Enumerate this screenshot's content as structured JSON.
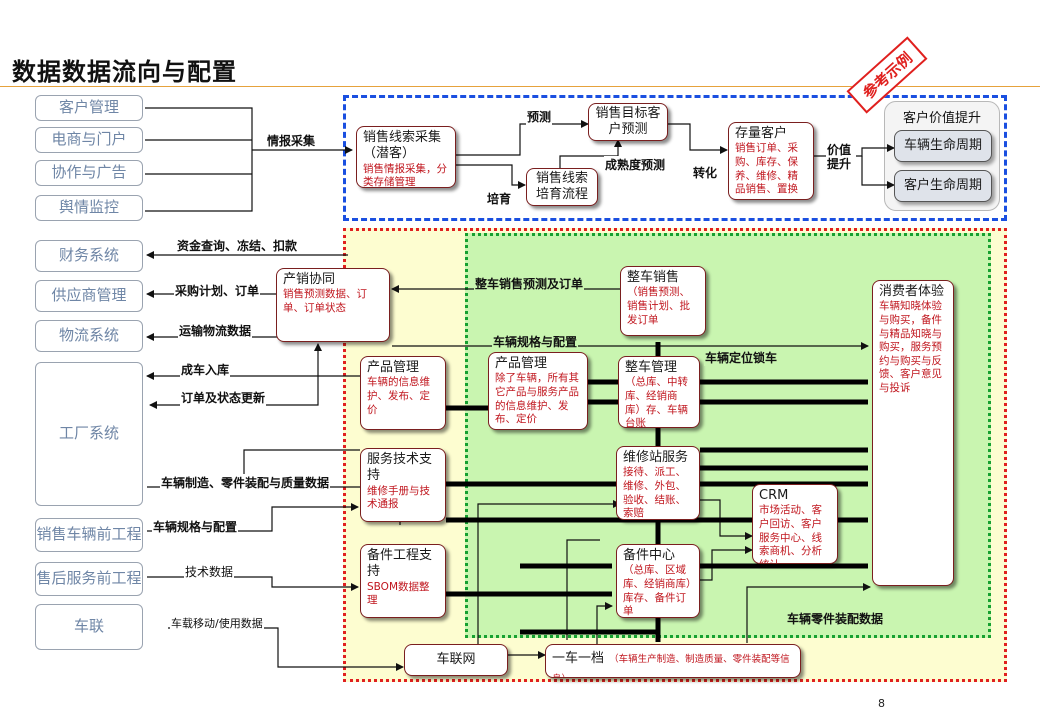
{
  "title": "数据数据流向与配置",
  "stamp": "参考示例",
  "page_number": "8",
  "colors": {
    "title_rule": "#e6a23c",
    "top_region": "#1a4fe0",
    "yellow_region": "#e02020",
    "green_region": "#16a030",
    "detail_text": "#c0161e",
    "system_text": "#6f86a6"
  },
  "systems": {
    "customer_mgmt": "客户管理",
    "ecommerce_portal": "电商与门户",
    "collab_ads": "协作与广告",
    "public_opinion": "舆情监控",
    "finance": "财务系统",
    "supplier_mgmt": "供应商管理",
    "logistics": "物流系统",
    "factory": "工厂系统",
    "presales_eng": "销售车辆前工程",
    "aftersales_eng": "售后服务前工程",
    "telematics": "车联"
  },
  "nodes": {
    "lead_collect": {
      "title": "销售线索采集（潜客）",
      "detail": "销售情报采集，分类存储管理"
    },
    "sales_target": {
      "title": "销售目标客户预测"
    },
    "lead_nurture": {
      "title": "销售线索培育流程"
    },
    "existing_customer": {
      "title": "存量客户",
      "detail": "销售订单、采购、库存、保养、维修、精品销售、置换"
    },
    "value_header": "客户价值提升",
    "lifecycle_1": "车辆生命周期",
    "lifecycle_2": "客户生命周期",
    "sales_coord": {
      "title": "产销协同",
      "detail": "销售预测数据、订单、订单状态"
    },
    "vehicle_sales": {
      "title": "整车销售",
      "detail": "（销售预测、销售计划、批发订单"
    },
    "product_mgmt": {
      "title": "产品管理",
      "detail": "车辆的信息维护、发布、定价"
    },
    "product_mgmt_2": {
      "title": "产品管理",
      "detail": "除了车辆，所有其它产品与服务产品的信息维护、发布、定价"
    },
    "vehicle_mgmt": {
      "title": "整车管理",
      "detail": "（总库、中转库、经销商库）存、车辆台账"
    },
    "consumer": {
      "title": "消费者体验",
      "detail": "车辆知晓体验与购买，备件与精品知晓与购买，服务预约与购买与反馈、客户意见与投诉"
    },
    "service_tech": {
      "title": "服务技术支持",
      "detail": "维修手册与技术通报"
    },
    "repair_station": {
      "title": "维修站服务",
      "detail": "接待、派工、维修、外包、验收、结账、索赔"
    },
    "crm": {
      "title": "CRM",
      "detail": "市场活动、客户回访、客户服务中心、线索商机、分析统计"
    },
    "parts_engineering": {
      "title": "备件工程支持",
      "detail": "SBOM数据整理"
    },
    "parts_center": {
      "title": "备件中心",
      "detail": "（总库、区域库、经销商库）库存、备件订单"
    },
    "telematics_net": {
      "title": "车联网"
    },
    "one_vehicle_file": {
      "title": "一车一档",
      "detail": "（车辆生产制造、制造质量、零件装配等信息）"
    }
  },
  "flows": {
    "intel_collect": "情报采集",
    "forecast": "预测",
    "nurture": "培育",
    "maturity_forecast": "成熟度预测",
    "conversion": "转化",
    "value_up": "价值提升",
    "fund_query": "资金查询、冻结、扣款",
    "purchase_plan": "采购计划、订单",
    "transport_data": "运输物流数据",
    "vehicle_forecast_order": "整车销售预测及订单",
    "spec_config": "车辆规格与配置",
    "location_lock": "车辆定位锁车",
    "finished_inbound": "成车入库",
    "order_status_update": "订单及状态更新",
    "manufacturing_quality": "车辆制造、零件装配与质量数据",
    "spec_config_2": "车辆规格与配置",
    "tech_data": "技术数据",
    "mobile_usage": "车载移动/使用数据",
    "parts_assembly": "车辆零件装配数据"
  }
}
